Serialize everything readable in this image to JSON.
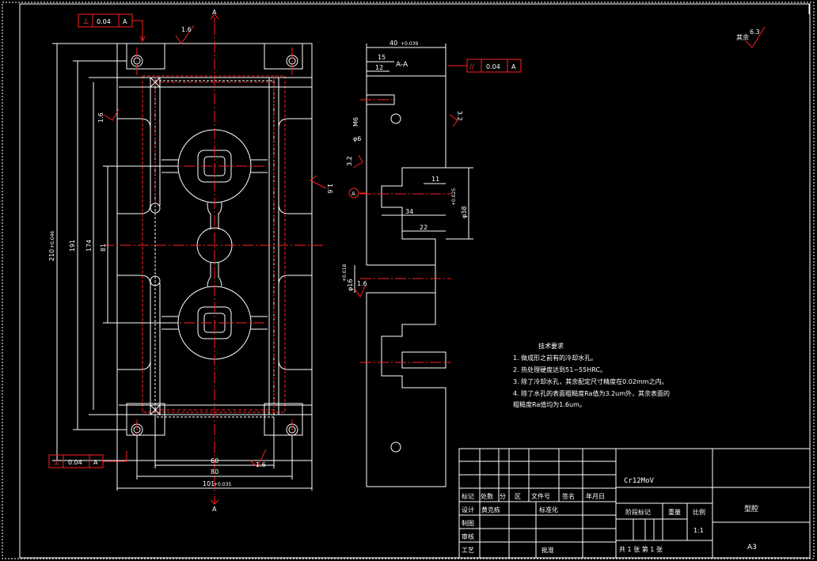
{
  "drawing": {
    "section_label": "A-A",
    "section_marker": "A",
    "circle_ref": "A",
    "surface_note": "其余",
    "surface_note_value": "6.3"
  },
  "tolerance_frames": {
    "top_left": {
      "symbol": "⊥",
      "value": "0.04",
      "datum": "A"
    },
    "bottom_left": {
      "symbol": "⊥",
      "value": "0.04",
      "datum": "A"
    },
    "right": {
      "symbol": "//",
      "value": "0.04",
      "datum": "A"
    }
  },
  "roughness": {
    "r_top": "1.6",
    "r_left": "1.6",
    "r_right": "1.6",
    "r_bottom": "1.6",
    "r_side_right": "3.2",
    "r_side_left": "3.2",
    "r_bore": "1.6"
  },
  "dimensions": {
    "d210": "210",
    "d210_tol": "+0.046",
    "d191": "191",
    "d174": "174",
    "d81": "81",
    "d60": "60",
    "d80": "80",
    "d101": "101",
    "d101_tol": "+0.035",
    "d40": "40",
    "d40_tol": "+0.039",
    "d15": "15",
    "d12": "12",
    "dM6": "M6",
    "dphi6": "φ6",
    "d11": "11",
    "d34": "34",
    "d22": "22",
    "dphi38": "φ38",
    "dphi38_tol": "+0.025",
    "dphi16": "φ16",
    "dphi16_tol": "+0.018"
  },
  "tech_requirements": {
    "title": "技术要求",
    "items": [
      "1. 做成形之前有的冷却水孔。",
      "2. 热处理硬度达到51~55HRC。",
      "3. 除了冷却水孔，其余配定尺寸精度在0.02mm之内。",
      "4. 除了水孔的表面粗糙度Ra值为3.2um外，其余表面的",
      "粗糙度Ra值均为1.6um。"
    ]
  },
  "title_block": {
    "material": "Cr12MoV",
    "part_name": "型腔",
    "sheet_size": "A3",
    "scale_value": "1:1",
    "row_headers": [
      "标记",
      "处数",
      "分",
      "区",
      "文件号",
      "签名",
      "年月日"
    ],
    "designer_label": "设计",
    "designer_name": "黄克栋",
    "standard_label": "标准化",
    "drafting_label": "制图",
    "review_label": "审核",
    "process_label": "工艺",
    "approve_label": "批准",
    "stage_label": "阶段标记",
    "weight_label": "重量",
    "scale_label": "比例",
    "sheets_text": "共 1 张  第 1 张"
  }
}
